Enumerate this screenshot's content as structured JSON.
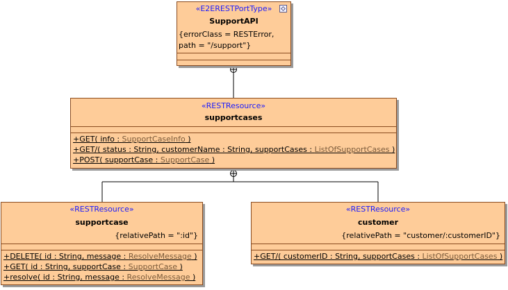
{
  "nodes": {
    "supportapi": {
      "stereotype": "«E2ERESTPortType»",
      "name": "SupportAPI",
      "tag_line1": "{errorClass = RESTError,",
      "tag_line2": "path = \"/support\"}"
    },
    "supportcases": {
      "stereotype": "«RESTResource»",
      "name": "supportcases",
      "ops": [
        {
          "pre": "+GET( info : ",
          "type": "SupportCaseInfo",
          "post": " )"
        },
        {
          "pre": "+GET/( status : String, customerName : String, supportCases : ",
          "type": "ListOfSupportCases",
          "post": " )"
        },
        {
          "pre": "+POST( supportCase : ",
          "type": "SupportCase",
          "post": " )"
        }
      ]
    },
    "supportcase": {
      "stereotype": "«RESTResource»",
      "name": "supportcase",
      "tag": "{relativePath = \":id\"}",
      "ops": [
        {
          "pre": "+DELETE( id : String, message : ",
          "type": "ResolveMessage",
          "post": " )"
        },
        {
          "pre": "+GET( id : String, supportCase : ",
          "type": "SupportCase",
          "post": " )"
        },
        {
          "pre": "+resolve( id : String, message : ",
          "type": "ResolveMessage",
          "post": " )"
        }
      ]
    },
    "customer": {
      "stereotype": "«RESTResource»",
      "name": "customer",
      "tag": "{relativePath = \"customer/:customerID\"}",
      "ops": [
        {
          "pre": "+GET/( customerID : String, supportCases : ",
          "type": "ListOfSupportCases",
          "post": " )"
        }
      ]
    }
  },
  "colors": {
    "fill": "#fecc99",
    "border": "#8a4b1f",
    "stereotype": "#1a1aff",
    "shadow": "#9a9a9a"
  },
  "icons": {
    "port_type": "component-icon"
  }
}
